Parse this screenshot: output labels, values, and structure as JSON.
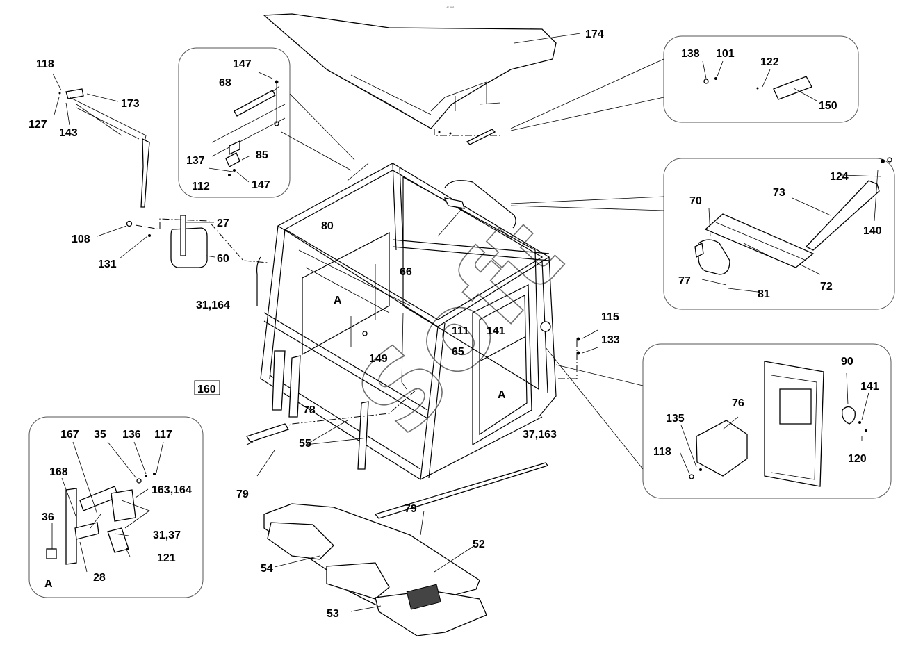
{
  "image_label": "□ₓ ₀₀₀",
  "watermark": "Soft",
  "labels": [
    {
      "id": "174",
      "text": "174"
    },
    {
      "id": "147a",
      "text": "147"
    },
    {
      "id": "68",
      "text": "68"
    },
    {
      "id": "137",
      "text": "137"
    },
    {
      "id": "85",
      "text": "85"
    },
    {
      "id": "112",
      "text": "112"
    },
    {
      "id": "147b",
      "text": "147"
    },
    {
      "id": "118a",
      "text": "118"
    },
    {
      "id": "173",
      "text": "173"
    },
    {
      "id": "127",
      "text": "127"
    },
    {
      "id": "143",
      "text": "143"
    },
    {
      "id": "108",
      "text": "108"
    },
    {
      "id": "131",
      "text": "131"
    },
    {
      "id": "27",
      "text": "27"
    },
    {
      "id": "60",
      "text": "60"
    },
    {
      "id": "80",
      "text": "80"
    },
    {
      "id": "66",
      "text": "66"
    },
    {
      "id": "31164",
      "text": "31,164"
    },
    {
      "id": "A1",
      "text": "A"
    },
    {
      "id": "111",
      "text": "111"
    },
    {
      "id": "141a",
      "text": "141"
    },
    {
      "id": "65",
      "text": "65"
    },
    {
      "id": "149",
      "text": "149"
    },
    {
      "id": "160",
      "text": "160"
    },
    {
      "id": "78",
      "text": "78"
    },
    {
      "id": "55",
      "text": "55"
    },
    {
      "id": "A2",
      "text": "A"
    },
    {
      "id": "37163",
      "text": "37,163"
    },
    {
      "id": "79a",
      "text": "79"
    },
    {
      "id": "79b",
      "text": "79"
    },
    {
      "id": "52",
      "text": "52"
    },
    {
      "id": "54",
      "text": "54"
    },
    {
      "id": "53",
      "text": "53"
    },
    {
      "id": "138",
      "text": "138"
    },
    {
      "id": "101",
      "text": "101"
    },
    {
      "id": "122",
      "text": "122"
    },
    {
      "id": "150",
      "text": "150"
    },
    {
      "id": "124",
      "text": "124"
    },
    {
      "id": "73",
      "text": "73"
    },
    {
      "id": "70",
      "text": "70"
    },
    {
      "id": "140",
      "text": "140"
    },
    {
      "id": "77",
      "text": "77"
    },
    {
      "id": "81",
      "text": "81"
    },
    {
      "id": "72",
      "text": "72"
    },
    {
      "id": "115",
      "text": "115"
    },
    {
      "id": "133",
      "text": "133"
    },
    {
      "id": "90",
      "text": "90"
    },
    {
      "id": "141b",
      "text": "141"
    },
    {
      "id": "76",
      "text": "76"
    },
    {
      "id": "135",
      "text": "135"
    },
    {
      "id": "118b",
      "text": "118"
    },
    {
      "id": "120",
      "text": "120"
    },
    {
      "id": "167",
      "text": "167"
    },
    {
      "id": "35",
      "text": "35"
    },
    {
      "id": "136",
      "text": "136"
    },
    {
      "id": "117",
      "text": "117"
    },
    {
      "id": "168",
      "text": "168"
    },
    {
      "id": "163164",
      "text": "163,164"
    },
    {
      "id": "36",
      "text": "36"
    },
    {
      "id": "3137",
      "text": "31,37"
    },
    {
      "id": "121",
      "text": "121"
    },
    {
      "id": "28",
      "text": "28"
    },
    {
      "id": "A3",
      "text": "A"
    }
  ]
}
